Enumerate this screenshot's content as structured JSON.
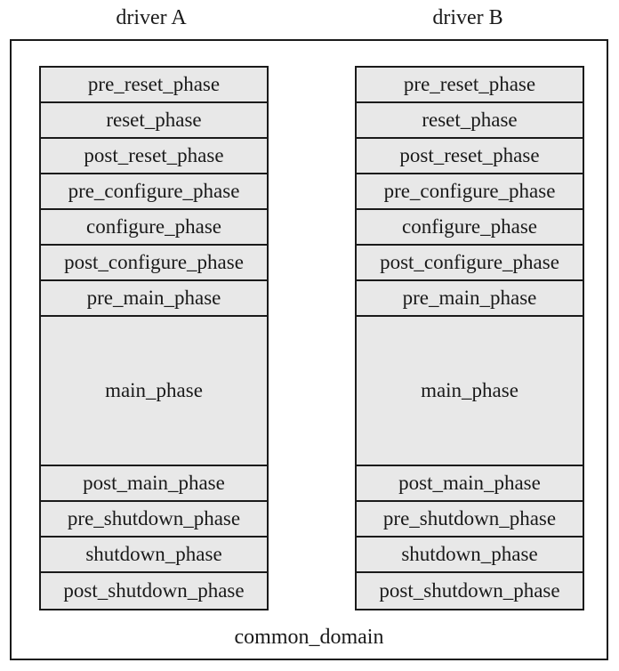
{
  "drivers": [
    {
      "title": "driver A"
    },
    {
      "title": "driver B"
    }
  ],
  "phases": [
    "pre_reset_phase",
    "reset_phase",
    "post_reset_phase",
    "pre_configure_phase",
    "configure_phase",
    "post_configure_phase",
    "pre_main_phase",
    "main_phase",
    "post_main_phase",
    "pre_shutdown_phase",
    "shutdown_phase",
    "post_shutdown_phase"
  ],
  "domain": {
    "label": "common_domain"
  }
}
